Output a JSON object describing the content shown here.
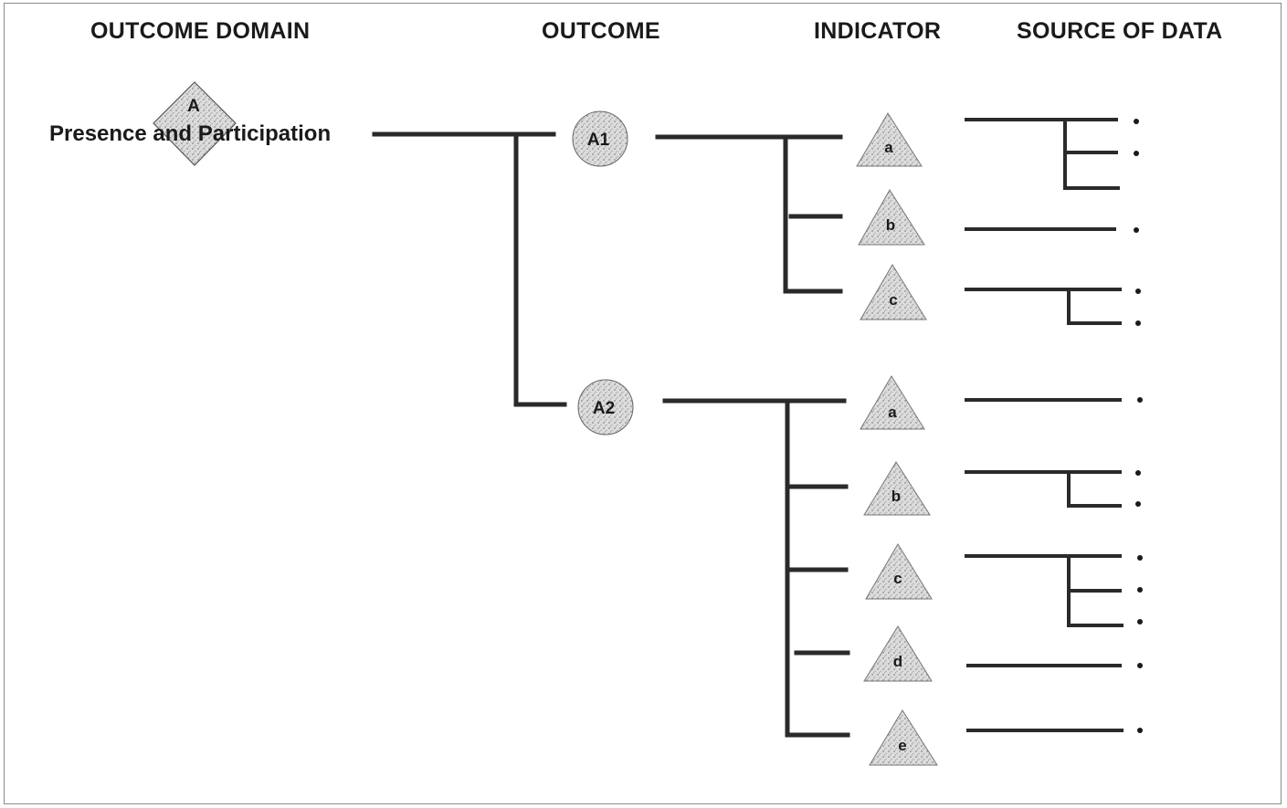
{
  "headers": {
    "outcome_domain": "OUTCOME DOMAIN",
    "outcome": "OUTCOME",
    "indicator": "INDICATOR",
    "source_of_data": "SOURCE OF DATA"
  },
  "domain": {
    "letter": "A",
    "label": "Presence and Participation"
  },
  "outcomes": [
    {
      "label": "A1",
      "indicators": [
        "a",
        "b",
        "c"
      ]
    },
    {
      "label": "A2",
      "indicators": [
        "a",
        "b",
        "c",
        "d",
        "e"
      ]
    }
  ],
  "colors": {
    "line": "#2a2a2a",
    "shape_fill": "#d6d6d6",
    "text": "#1a1a1a"
  }
}
